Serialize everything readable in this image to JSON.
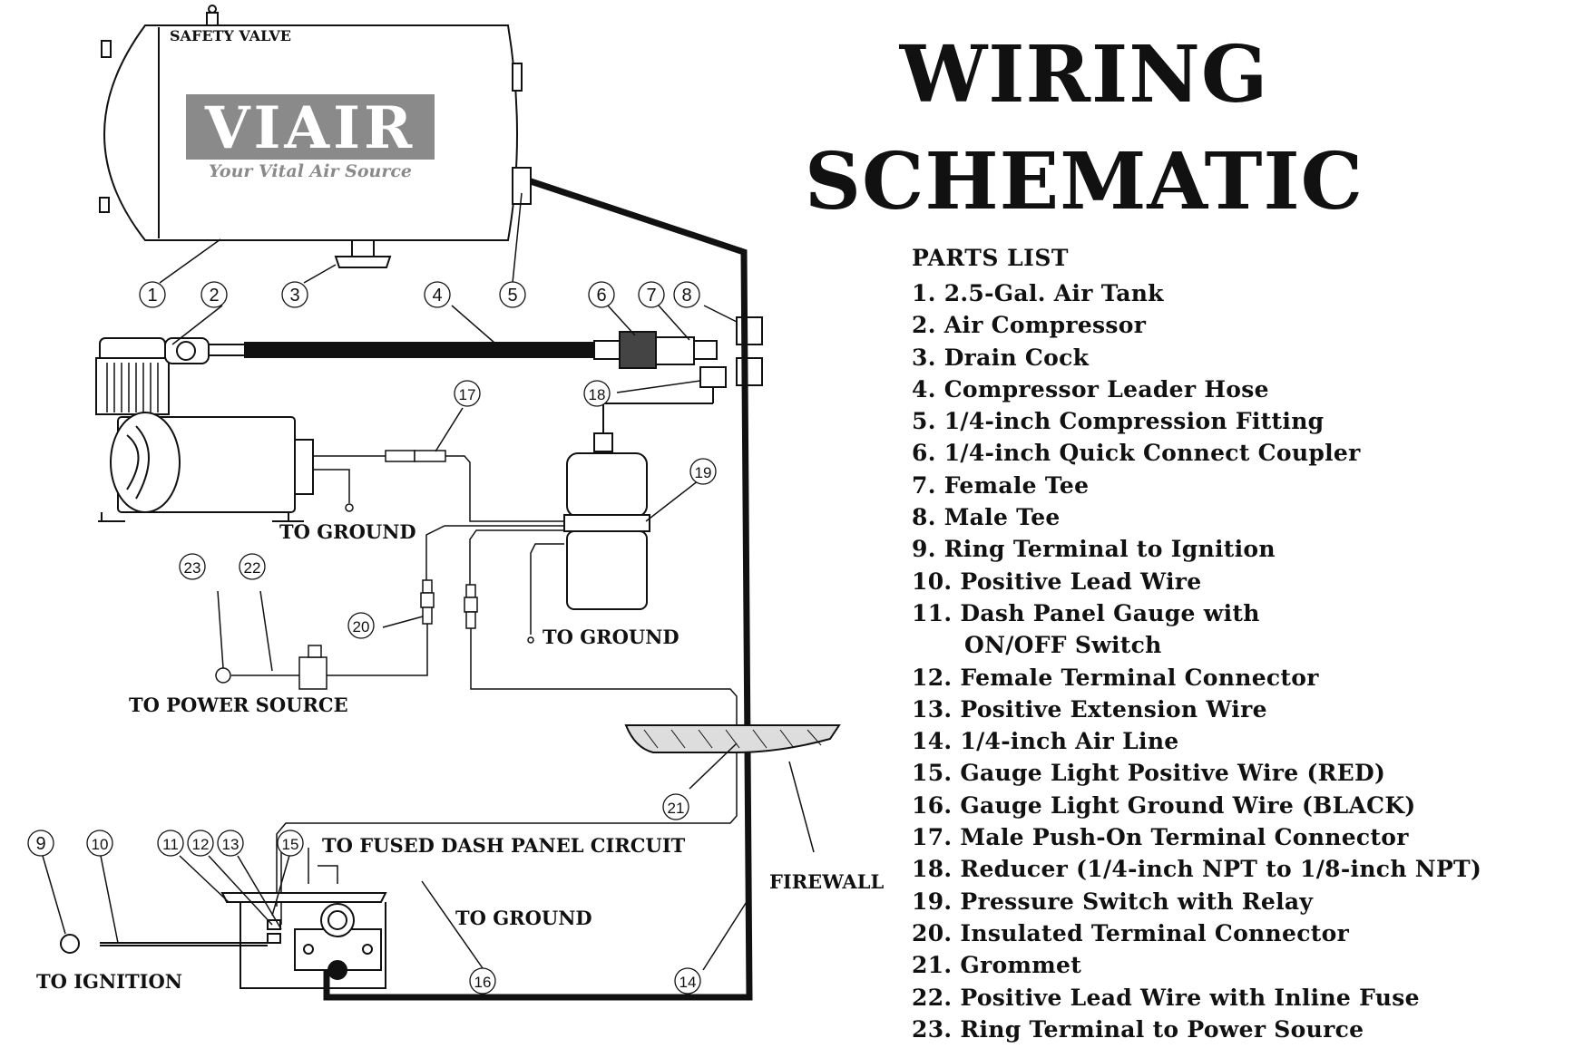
{
  "title": {
    "line1": "WIRING",
    "line2": "SCHEMATIC"
  },
  "brand": {
    "name": "VIAIR",
    "tagline": "Your Vital Air Source",
    "color": "#8a8a8a"
  },
  "labels": {
    "safety_valve": "SAFETY VALVE",
    "to_ground_compressor": "TO GROUND",
    "to_ground_switch": "TO GROUND",
    "to_power_source": "TO POWER SOURCE",
    "to_fused_dash": "TO FUSED DASH PANEL CIRCUIT",
    "firewall": "FIREWALL",
    "to_ground_gauge": "TO GROUND",
    "to_ignition": "TO IGNITION"
  },
  "callouts": [
    "1",
    "2",
    "3",
    "4",
    "5",
    "6",
    "7",
    "8",
    "9",
    "10",
    "11",
    "12",
    "13",
    "15",
    "16",
    "14",
    "17",
    "18",
    "19",
    "20",
    "21",
    "22",
    "23"
  ],
  "parts_list": {
    "heading": "PARTS LIST",
    "items": [
      "1. 2.5-Gal. Air Tank",
      "2. Air Compressor",
      "3. Drain Cock",
      "4. Compressor Leader Hose",
      "5. 1/4-inch Compression Fitting",
      "6. 1/4-inch Quick Connect Coupler",
      "7. Female Tee",
      "8. Male Tee",
      "9. Ring Terminal to Ignition",
      "10. Positive Lead Wire",
      "11. Dash Panel Gauge with",
      "ON/OFF Switch",
      "12. Female Terminal Connector",
      "13. Positive Extension Wire",
      "14. 1/4-inch Air Line",
      "15. Gauge Light Positive Wire (RED)",
      "16. Gauge Light Ground Wire (BLACK)",
      "17. Male Push-On Terminal Connector",
      "18. Reducer (1/4-inch NPT to 1/8-inch NPT)",
      "19. Pressure Switch with Relay",
      "20. Insulated Terminal Connector",
      "21. Grommet",
      "22. Positive Lead Wire with Inline Fuse",
      "23. Ring Terminal to Power Source"
    ]
  }
}
